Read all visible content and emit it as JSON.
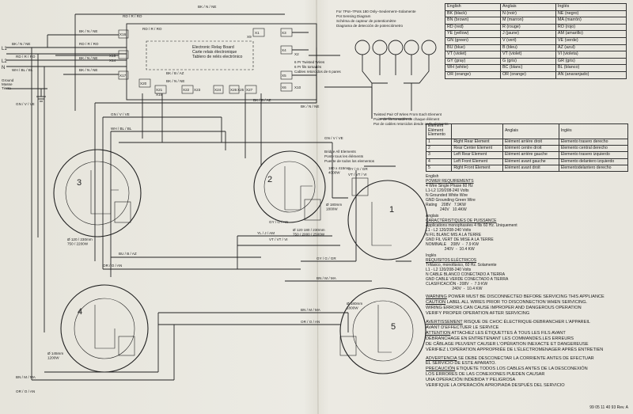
{
  "relay_board": {
    "title_en": "Electronic Relay Board",
    "title_fr": "Carte relais électronique",
    "title_es": "Tablero de relés electrónico"
  },
  "twisted_wires": {
    "en": "6 Pr Twisted Wires",
    "fr": "6 Pr fils torsadés",
    "es": "Cables retorcidos de 6 pares"
  },
  "pot_note": {
    "en": "For 7Pot–7Pots 180 Only–Seulement–Solamente",
    "l2": "Pot Sensing Diagram",
    "l3": "Schéma de capteur de potentiomètre",
    "l4": "Diagrama de detección de potenciómetro"
  },
  "twisted_each": {
    "en": "Twisted Pair Of Wires From Each Element",
    "fr": "Paire de fils torsadés de chaque élément",
    "es": "Par de cables retorcidos desde cada elemento"
  },
  "bridge": {
    "en": "Bridge All Elements",
    "fr": "Ponte tous les éléments",
    "es": "Puente de todos los elementos"
  },
  "ground": {
    "en": "Ground",
    "fr": "Masse",
    "es": "Tierra"
  },
  "line_labels": [
    "L1",
    "L2",
    "N"
  ],
  "connectors": [
    "X1",
    "X2",
    "X3",
    "X3",
    "X4",
    "X5",
    "X6",
    "X7",
    "X8",
    "X9",
    "X10",
    "X11",
    "X12",
    "X13",
    "X14",
    "X15",
    "X16",
    "X17",
    "X18",
    "X19",
    "X20",
    "X21",
    "X22",
    "X23",
    "X24",
    "X25",
    "X26",
    "X27"
  ],
  "wire_labels": {
    "bk_top": "BK / N / NE",
    "rd_top": "RD / R / RO",
    "rd_mid": "RD / R / RO",
    "bk_left": "BK / N / NE",
    "bk_left2": "BK / N / NE",
    "rd_left": "RD / R / RO",
    "wh_left": "WH / BL / BL",
    "gn_left": "GN / V / VE",
    "rd_r1": "RD / R / RO",
    "bk_r2": "BK / N / NE",
    "bk_r3": "BK / N / NE",
    "bk_b": "BK / B / AZ",
    "bk_b2": "BK / N / NE",
    "gn_mid": "GN / V / VE",
    "wh_mid": "WH / BL / BL",
    "yl_mid": "YL / J / AM",
    "bu_mid": "BU / B / AZ",
    "gy_mid": "GY / G / GR",
    "vt_mid": "VT / VT / VI",
    "or_mid": "OR / O / AN",
    "bn_mid": "BN / M / MA",
    "gy_r": "GY / G / GR",
    "bn_r": "BN / M / MA",
    "or_r": "OR / O / AN",
    "vt_r": "VT / VT / VI",
    "gy_r2": "GY / G / AN",
    "bn_b": "BN / M / MA",
    "or_b": "OR / O / AN",
    "bn_top_r": "BN / M / MA",
    "gy_top_r": "GY / G / GR",
    "bk_r4": "BK / N / NE",
    "bu_r5": "BK / B / AZ",
    "gn_r6": "GN / V / VE"
  },
  "elements": [
    {
      "num": "1",
      "size": "Ø 180mm\n1800W",
      "label_pos": "right-front"
    },
    {
      "num": "2",
      "size": "Ø 120 180 / 230mm\n750 / 2000 / 2500W",
      "label_pos": "rear-center"
    },
    {
      "num": "3",
      "size": "Ø 120 / 230mm\n750 / 2200W",
      "label_pos": "right-rear"
    },
    {
      "num": "4",
      "size": "Ø 145mm\n1200W",
      "label_pos": "left-front"
    },
    {
      "num": "5",
      "size": "Ø 180mm\n1800W",
      "label_pos": "left-rear"
    }
  ],
  "elem2_extra": "180 x 415mm\n4000W",
  "color_table": {
    "headers": [
      "English",
      "Anglais",
      "Inglés"
    ],
    "rows": [
      [
        "BK (black)",
        "N (noir)",
        "NE (negro)"
      ],
      [
        "BN (brown)",
        "M (marron)",
        "MA (marrón)"
      ],
      [
        "RD (red)",
        "R (rouge)",
        "RO (rojo)"
      ],
      [
        "YE (yellow)",
        "J (jaune)",
        "AM (amarillo)"
      ],
      [
        "GN (green)",
        "V (vert)",
        "VE (verde)"
      ],
      [
        "BU (blue)",
        "B (bleu)",
        "AZ (azul)"
      ],
      [
        "VT (violet)",
        "VT (violet)",
        "VI (violeta)"
      ],
      [
        "GY (gray)",
        "G (gris)",
        "GR (gris)"
      ],
      [
        "WH (white)",
        "BC (blanc)",
        "BL (blanco)"
      ],
      [
        "OR (orange)",
        "OR (orange)",
        "AN (anaranjado)"
      ]
    ]
  },
  "element_table": {
    "headers": [
      "Element\nÉlément\nElemento",
      "",
      "Anglais",
      "Inglés"
    ],
    "rows": [
      [
        "1",
        "Right Rear Element",
        "Élément arrière droit",
        "Elemento trasero derecho"
      ],
      [
        "2",
        "Rear Center Element",
        "Élément centre droit",
        "Elemento central derecho"
      ],
      [
        "3",
        "Left Rear Element",
        "Élément arrière gauche",
        "Elemento trasero izquierdo"
      ],
      [
        "4",
        "Left Front Element",
        "Élément avant gauche",
        "Elemento delantero izquierdo"
      ],
      [
        "5",
        "Right Front Element",
        "Élément avant droit",
        "Elementodelantero derecho"
      ]
    ]
  },
  "power_blocks": [
    {
      "lang": "English",
      "title": "POWER REQUIREMENTS",
      "body": "4 Wire Single Phase 60 Hz\nL1-L2 120/208-240 Volts\nN Grounded White Wire\nGND Grounding Green Wire\nRating    208V   7.9KW\n             240V   10.4KW"
    },
    {
      "lang": "Anglais",
      "title": "CARACTÉRISTIQUES DE PUISSANCE",
      "body": "Applications monophasées 4 fils 60 Hz. Uniquement\nL1 - L2 120/208-240 Volts\nN FIL BLANC MIS A LA TERRE\nGND FIL VERT DE MISE A LA TERRE\nNOMINALE    208V  -  7.9 KW\n                 240V  -  10.4 KW"
    },
    {
      "lang": "Inglés",
      "title": "REQUISITOS ELÉCTRICOS",
      "body": "Trifásico, monofásico, 60 Hz. Solamente\nL1 - L2 120/208-240 Volts\nN CABLE BLANCO CONECTADO A TIERRA\nGND CABLE VERDE CONECTADO A TIERRA\nCLASIFICACIÓN - 208V  -  7.9 KW\n                        240V  -  10.4 KW"
    }
  ],
  "warnings": {
    "en": [
      {
        "k": "WARNING",
        "t": " POWER MUST BE DISCONNECTED BEFORE SERVICING THIS APPLIANCE"
      },
      {
        "k": "CAUTION",
        "t": " LABEL ALL WIRES PRIOR TO DISCONNECTION WHEN SERVICING."
      },
      {
        "k": "",
        "t": "WIRING ERRORS CAN CAUSE IMPROPER AND DANGEROUS OPERATION"
      },
      {
        "k": "",
        "t": "VERIFY PROPER OPERATION AFTER SERVICING"
      }
    ],
    "fr": [
      {
        "k": "AVERTISSEMENT",
        "t": " RISQUE DE CHOC ÉLECTRIQUE-DEBRANCHER L'APPAREIL"
      },
      {
        "k": "",
        "t": "AVANT D'EFFECTUER LE SERVICE"
      },
      {
        "k": "ATTENTION",
        "t": " ATTACHEZ LES ÉTIQUETTES À TOUS LES FILS AVANT"
      },
      {
        "k": "",
        "t": "DÉBRANCHAGE EN ENTRETENANT LES COMMANDES.LES ERREURS"
      },
      {
        "k": "",
        "t": "DE CÂBLAGE PEUVENT CAUSER L'OPÉRATION INEXACTE ET DANGEREUSE"
      },
      {
        "k": "",
        "t": "VÉRIFIEZ L'OPÉRATION APPROPRIÉE DE L'ÉLECTROMENAGER APRÈS ENTRETIEN"
      }
    ],
    "es": [
      {
        "k": "ADVERTENCIA",
        "t": " SE DEBE DESCONECTAR LA CORRIENTE ANTES DE EFECTUAR"
      },
      {
        "k": "",
        "t": "EL SERVICIO DE ESTE APARATO."
      },
      {
        "k": "PRECAUCIÓN",
        "t": " ETIQUETE TODOS LOS CABLES ANTES DE LA DESCONEXIÓN"
      },
      {
        "k": "",
        "t": "LOS ERRORES DE LAS CONEXIONES PUEDEN CAUSAR"
      },
      {
        "k": "",
        "t": "UNA OPERACIÓN INDEBIDA Y PELIGROSA"
      },
      {
        "k": "",
        "t": "VERIFIQUE LA OPERACIÓN APROPIADA DESPUÉS DEL SERVICIO"
      }
    ]
  },
  "part_number": "99 05 11 40 93 Rev. A"
}
